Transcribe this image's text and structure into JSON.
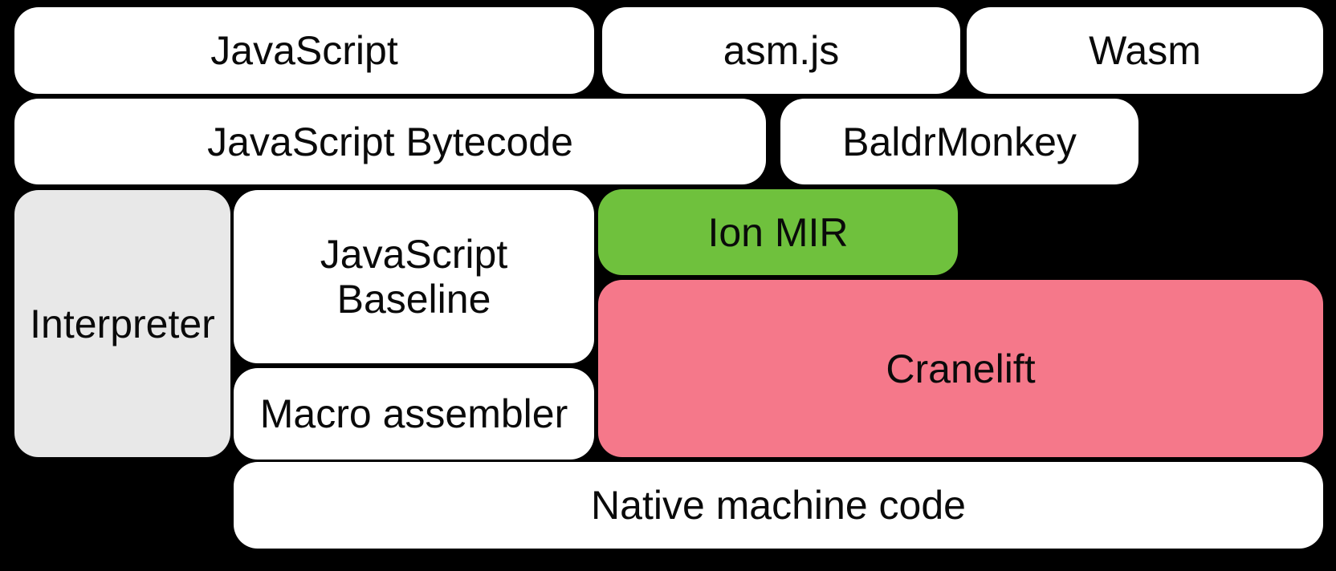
{
  "diagram": {
    "background": "#000000",
    "colors": {
      "box_white": "#ffffff",
      "box_gray": "#e8e8e8",
      "box_green": "#6fc13d",
      "box_pink": "#f5788a",
      "text": "#0a0a0a"
    },
    "nodes": {
      "javascript": {
        "label": "JavaScript"
      },
      "asmjs": {
        "label": "asm.js"
      },
      "wasm": {
        "label": "Wasm"
      },
      "bytecode": {
        "label": "JavaScript Bytecode"
      },
      "baldrmonkey": {
        "label": "BaldrMonkey"
      },
      "interpreter": {
        "label": "Interpreter"
      },
      "baseline": {
        "lines": [
          "JavaScript",
          "Baseline"
        ]
      },
      "ionmir": {
        "label": "Ion MIR"
      },
      "cranelift": {
        "label": "Cranelift"
      },
      "macroassembler": {
        "label": "Macro assembler"
      },
      "native": {
        "label": "Native machine code"
      }
    }
  }
}
